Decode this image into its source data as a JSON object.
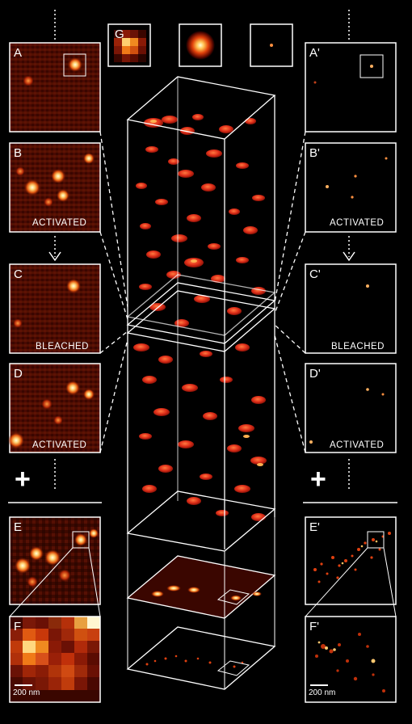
{
  "panels": {
    "A": {
      "label": "A",
      "state": ""
    },
    "B": {
      "label": "B",
      "state": "ACTIVATED"
    },
    "C": {
      "label": "C",
      "state": "BLEACHED"
    },
    "D": {
      "label": "D",
      "state": "ACTIVATED"
    },
    "E": {
      "label": "E"
    },
    "F": {
      "label": "F",
      "scale_text": "200 nm"
    },
    "G": {
      "label": "G"
    },
    "A_prime": {
      "label": "A'"
    },
    "B_prime": {
      "label": "B'",
      "state": "ACTIVATED"
    },
    "C_prime": {
      "label": "C'",
      "state": "BLEACHED"
    },
    "D_prime": {
      "label": "D'",
      "state": "ACTIVATED"
    },
    "E_prime": {
      "label": "E'"
    },
    "F_prime": {
      "label": "F'",
      "scale_text": "200 nm"
    }
  },
  "symbols": {
    "plus": "+"
  },
  "colors": {
    "background": "#000000",
    "frame": "#ffffff",
    "hot_dark": "#3a0600",
    "hot_mid": "#c8280a",
    "hot_bright": "#ffd070"
  }
}
